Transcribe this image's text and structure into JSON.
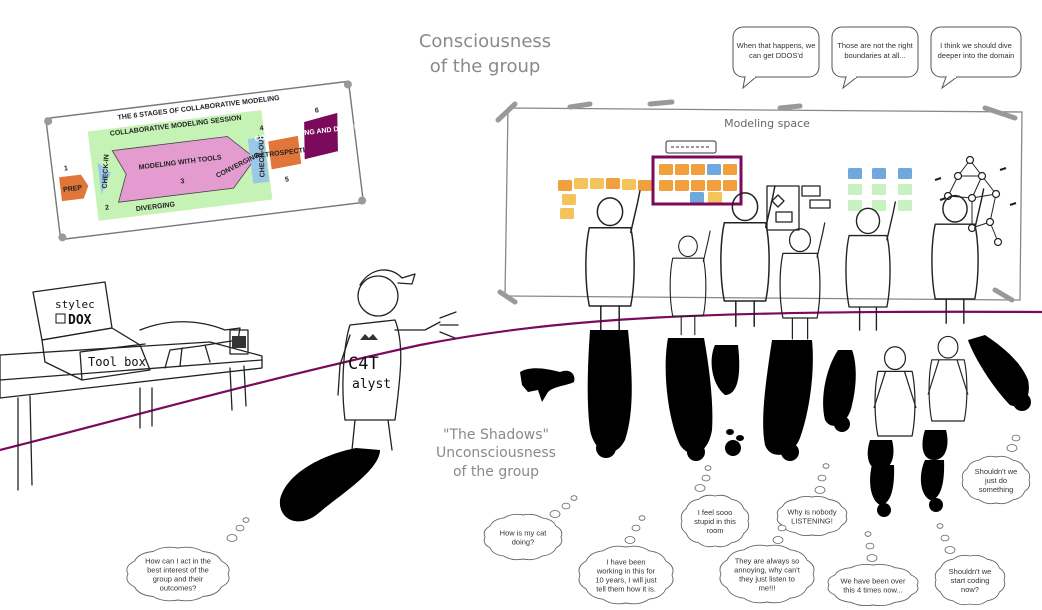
{
  "titles": {
    "consciousness_line1": "Consciousness",
    "consciousness_line2": "of the group",
    "shadows_line1": "\"The Shadows\"",
    "shadows_line2": "Unconsciousness",
    "shadows_line3": "of the group",
    "modeling_space": "Modeling space"
  },
  "top_speech": [
    {
      "line1": "When that happens, we",
      "line2": "can get DDOS'd"
    },
    {
      "line1": "Those are not the right",
      "line2": "boundaries at all..."
    },
    {
      "line1": "I think we should dive",
      "line2": "deeper into the domain"
    }
  ],
  "thoughts": {
    "facilitator": {
      "line1": "How can I act in the",
      "line2": "best interest of the",
      "line3": "group and their",
      "line4": "outcomes?"
    },
    "cat": {
      "line1": "How is my cat",
      "line2": "doing?"
    },
    "ten_years": {
      "line1": "I have been",
      "line2": "working in this for",
      "line3": "10 years, I will just",
      "line4": "tell them how it is."
    },
    "stupid": {
      "line1": "I feel sooo",
      "line2": "stupid in this",
      "line3": "room"
    },
    "nobody": {
      "line1": "Why is nobody",
      "line2": "LISTENING!"
    },
    "annoying": {
      "line1": "They are always so",
      "line2": "annoying, why can't",
      "line3": "they just listen to",
      "line4": "me!!!"
    },
    "four_times": {
      "line1": "We have been over",
      "line2": "this 4 times now..."
    },
    "shouldnt_do": {
      "line1": "Shouldn't we",
      "line2": "just do",
      "line3": "something"
    },
    "start_coding": {
      "line1": "Shouldn't we",
      "line2": "start coding",
      "line3": "now?"
    }
  },
  "stages_board": {
    "title": "THE 6 STAGES OF COLLABORATIVE MODELING",
    "session_label": "COLLABORATIVE MODELING SESSION",
    "prep": "PREP",
    "check_in": "CHECK-IN",
    "modeling": "MODELING WITH TOOLS",
    "check_out": "CHECK-OUT",
    "retrospective": "RETROSPECTIVE",
    "communicating": "COMMUNICATING AND DOCUMENTING",
    "diverging": "DIVERGING",
    "converging": "CONVERGING",
    "n1": "1",
    "n2": "2",
    "n3": "3",
    "n4": "4",
    "n5": "5",
    "n6": "6"
  },
  "props": {
    "box_lid_1": "stylec",
    "box_lid_2": "DOX",
    "toolbox": "Tool box",
    "shirt_1": "C4T",
    "shirt_2": "alyst"
  },
  "colors": {
    "purple": "#7b0a5c",
    "orange": "#f0a03c",
    "yellow": "#f6c35b",
    "blue": "#6fa8dc",
    "green": "#c9f0c0",
    "pink": "#e39bd0",
    "prep_orange": "#e0763a",
    "light_green": "#c5f3b5",
    "grey": "#8a8a8a"
  }
}
